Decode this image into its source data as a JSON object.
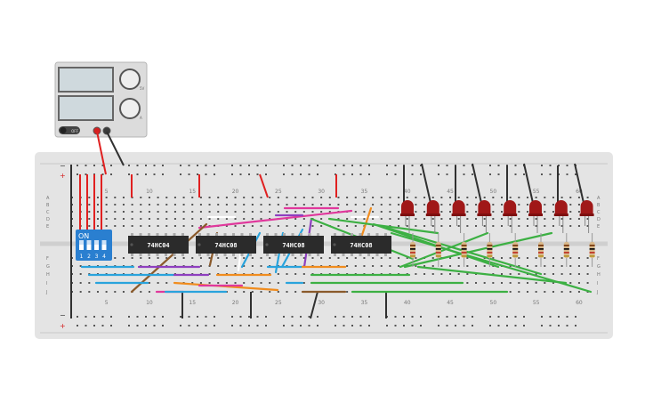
{
  "power_supply": {
    "display_top": "",
    "display_bottom": "",
    "knob_top_label": "5V",
    "knob_bottom_label": "A",
    "power_switch_label": "OFF"
  },
  "dip_switch": {
    "label": "ON",
    "positions": [
      "1",
      "2",
      "3",
      "4"
    ]
  },
  "chips": [
    "74HC04",
    "74HC08",
    "74HC08",
    "74HC08"
  ],
  "breadboard": {
    "rows_top": [
      "A",
      "B",
      "C",
      "D",
      "E"
    ],
    "rows_bottom": [
      "F",
      "G",
      "H",
      "I",
      "J"
    ],
    "column_labels": [
      "5",
      "10",
      "15",
      "20",
      "25",
      "30",
      "35",
      "40",
      "45",
      "50",
      "55",
      "60"
    ],
    "minus_symbol": "−",
    "plus_symbol": "+"
  },
  "leds": {
    "count": 8,
    "color": "#a01818"
  },
  "resistors": {
    "count": 8
  },
  "colors": {
    "board": "#e4e4e4",
    "wire_red": "#e02020",
    "wire_black": "#303030",
    "wire_green": "#3cb043",
    "wire_blue": "#29a3dc",
    "wire_purple": "#8e3fbf",
    "wire_orange": "#f08c1e",
    "wire_pink": "#e0389c",
    "wire_brown": "#8a5a2b",
    "dip_blue": "#2a7fd0",
    "chip": "#2b2b2b"
  }
}
